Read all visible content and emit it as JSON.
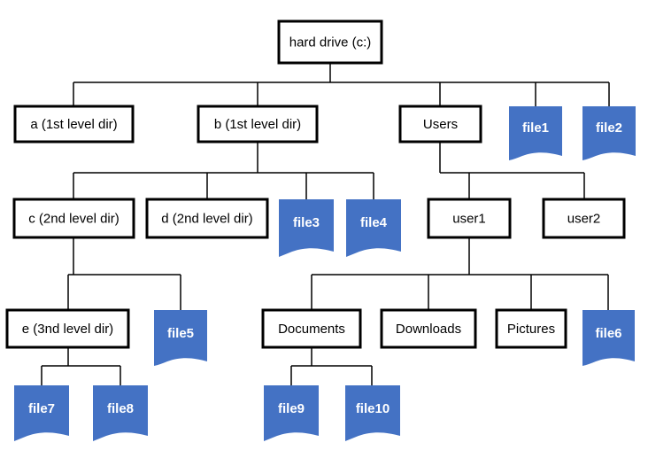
{
  "colors": {
    "file_fill": "#4472c4",
    "file_text": "#ffffff",
    "box_stroke": "#000000",
    "line": "#000000"
  },
  "directories": {
    "root": "hard drive (c:)",
    "a": "a (1st level dir)",
    "b": "b (1st level dir)",
    "users": "Users",
    "c": "c (2nd level dir)",
    "d": "d (2nd level dir)",
    "user1": "user1",
    "user2": "user2",
    "e": "e (3nd level dir)",
    "documents": "Documents",
    "downloads": "Downloads",
    "pictures": "Pictures"
  },
  "files": {
    "file1": "file1",
    "file2": "file2",
    "file3": "file3",
    "file4": "file4",
    "file5": "file5",
    "file6": "file6",
    "file7": "file7",
    "file8": "file8",
    "file9": "file9",
    "file10": "file10"
  }
}
